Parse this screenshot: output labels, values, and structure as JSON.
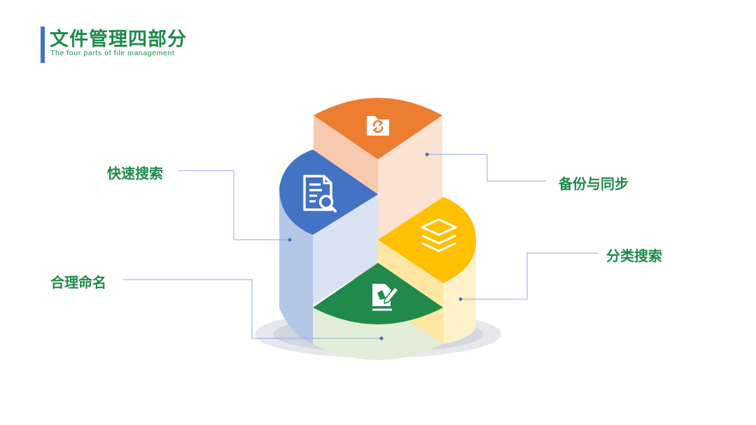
{
  "header": {
    "title": "文件管理四部分",
    "subtitle": "The four parts of file management"
  },
  "parts": [
    {
      "label": "快速搜索",
      "icon": "document-search-icon",
      "color": "#4472C4"
    },
    {
      "label": "备份与同步",
      "icon": "folder-sync-icon",
      "color": "#ED7D31"
    },
    {
      "label": "分类搜索",
      "icon": "layers-icon",
      "color": "#FFC000"
    },
    {
      "label": "合理命名",
      "icon": "edit-document-icon",
      "color": "#1F8A4C"
    }
  ],
  "colors": {
    "accent_text": "#1F8A4C",
    "title_bar": "#4472C4",
    "connector": "#8FAADC"
  }
}
